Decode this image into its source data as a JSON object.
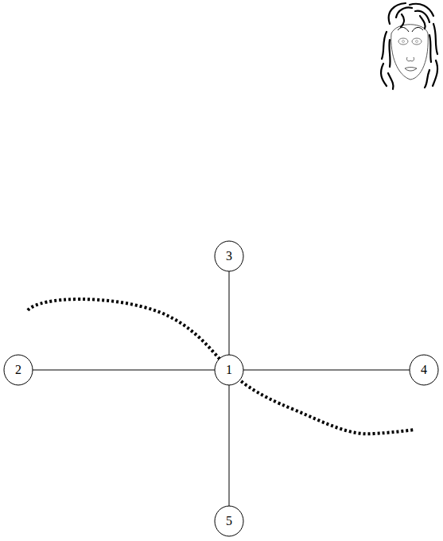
{
  "diagram": {
    "nodes": [
      {
        "text": [
          "3"
        ]
      },
      {
        "text": [
          "2"
        ]
      },
      {
        "text": [
          "1"
        ]
      },
      {
        "text": [
          "4"
        ]
      },
      {
        "text": [
          "5"
        ]
      }
    ],
    "edges": [
      {
        "from": 2,
        "to": 1,
        "arrow": "none"
      },
      {
        "from": 2,
        "to": 0,
        "arrow": "none"
      },
      {
        "from": 2,
        "to": 3,
        "arrow": "none"
      },
      {
        "from": 2,
        "to": 4,
        "arrow": "none"
      }
    ]
  }
}
